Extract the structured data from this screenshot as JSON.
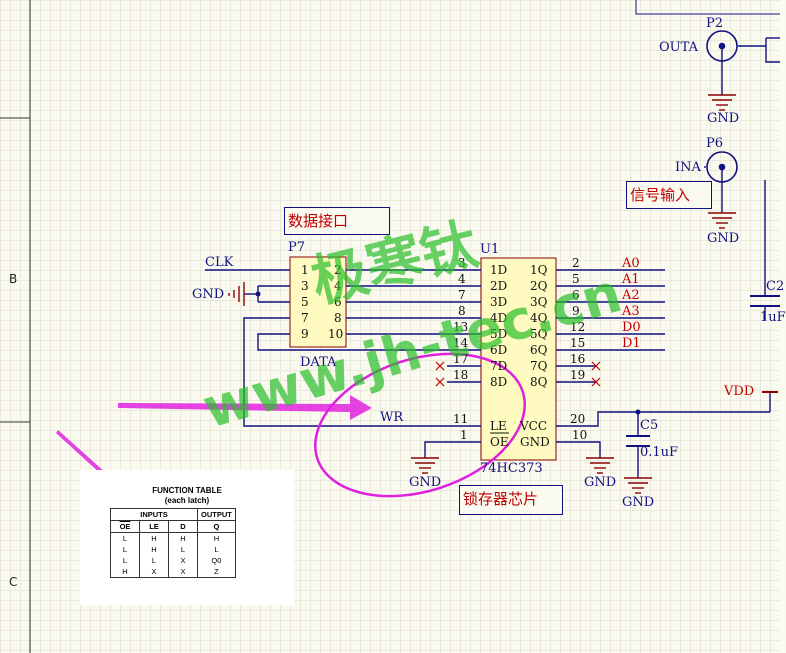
{
  "border_labels": {
    "b": "B",
    "c": "C"
  },
  "chip": {
    "ref": "U1",
    "part": "74HC373",
    "left_pins": [
      {
        "num": "3",
        "name": "1D"
      },
      {
        "num": "4",
        "name": "2D"
      },
      {
        "num": "7",
        "name": "3D"
      },
      {
        "num": "8",
        "name": "4D"
      },
      {
        "num": "13",
        "name": "5D"
      },
      {
        "num": "14",
        "name": "6D"
      },
      {
        "num": "17",
        "name": "7D"
      },
      {
        "num": "18",
        "name": "8D"
      },
      {
        "num": "11",
        "name": "LE"
      },
      {
        "num": "1",
        "name": "OE"
      }
    ],
    "right_pins": [
      {
        "num": "2",
        "name": "1Q"
      },
      {
        "num": "5",
        "name": "2Q"
      },
      {
        "num": "6",
        "name": "3Q"
      },
      {
        "num": "9",
        "name": "4Q"
      },
      {
        "num": "12",
        "name": "5Q"
      },
      {
        "num": "15",
        "name": "6Q"
      },
      {
        "num": "16",
        "name": "7Q"
      },
      {
        "num": "19",
        "name": "8Q"
      },
      {
        "num": "20",
        "name": "VCC"
      },
      {
        "num": "10",
        "name": "GND"
      }
    ]
  },
  "connector": {
    "ref": "P7",
    "name": "DATA",
    "pins": [
      "1",
      "2",
      "3",
      "4",
      "5",
      "6",
      "7",
      "8",
      "9",
      "10"
    ]
  },
  "nets": {
    "clk": "CLK",
    "gnd": "GND",
    "wr": "WR",
    "vdd": "VDD",
    "outputs": [
      "A0",
      "A1",
      "A2",
      "A3",
      "D0",
      "D1"
    ]
  },
  "ports": {
    "p2_ref": "P2",
    "p2_net": "OUTA",
    "p6_ref": "P6",
    "p6_net": "INA"
  },
  "caps": {
    "c5_ref": "C5",
    "c5_val": "0.1uF",
    "c2_ref": "C2",
    "c2_val": "1uF"
  },
  "boxes": {
    "data_port": "数据接口",
    "signal_input": "信号输入",
    "latch_chip": "锁存器芯片"
  },
  "watermark": {
    "cn": "极寒钛",
    "url": "www.jh-tec.cn"
  },
  "function_table": {
    "title": "FUNCTION TABLE",
    "subtitle": "(each latch)",
    "inputs_header": "INPUTS",
    "output_header": "OUTPUT",
    "columns": [
      "OE",
      "LE",
      "D",
      "Q"
    ],
    "rows": [
      [
        "L",
        "H",
        "H",
        "H"
      ],
      [
        "L",
        "H",
        "L",
        "L"
      ],
      [
        "L",
        "L",
        "X",
        "Q0"
      ],
      [
        "H",
        "X",
        "X",
        "Z"
      ]
    ]
  },
  "colors": {
    "wire": "#101080",
    "chip_fill": "#fffbc0",
    "chip_border": "#8b0000",
    "gnd": "#8b0000",
    "label_red": "#c00000",
    "arrow": "#e020e0",
    "watermark": "#28be28"
  }
}
